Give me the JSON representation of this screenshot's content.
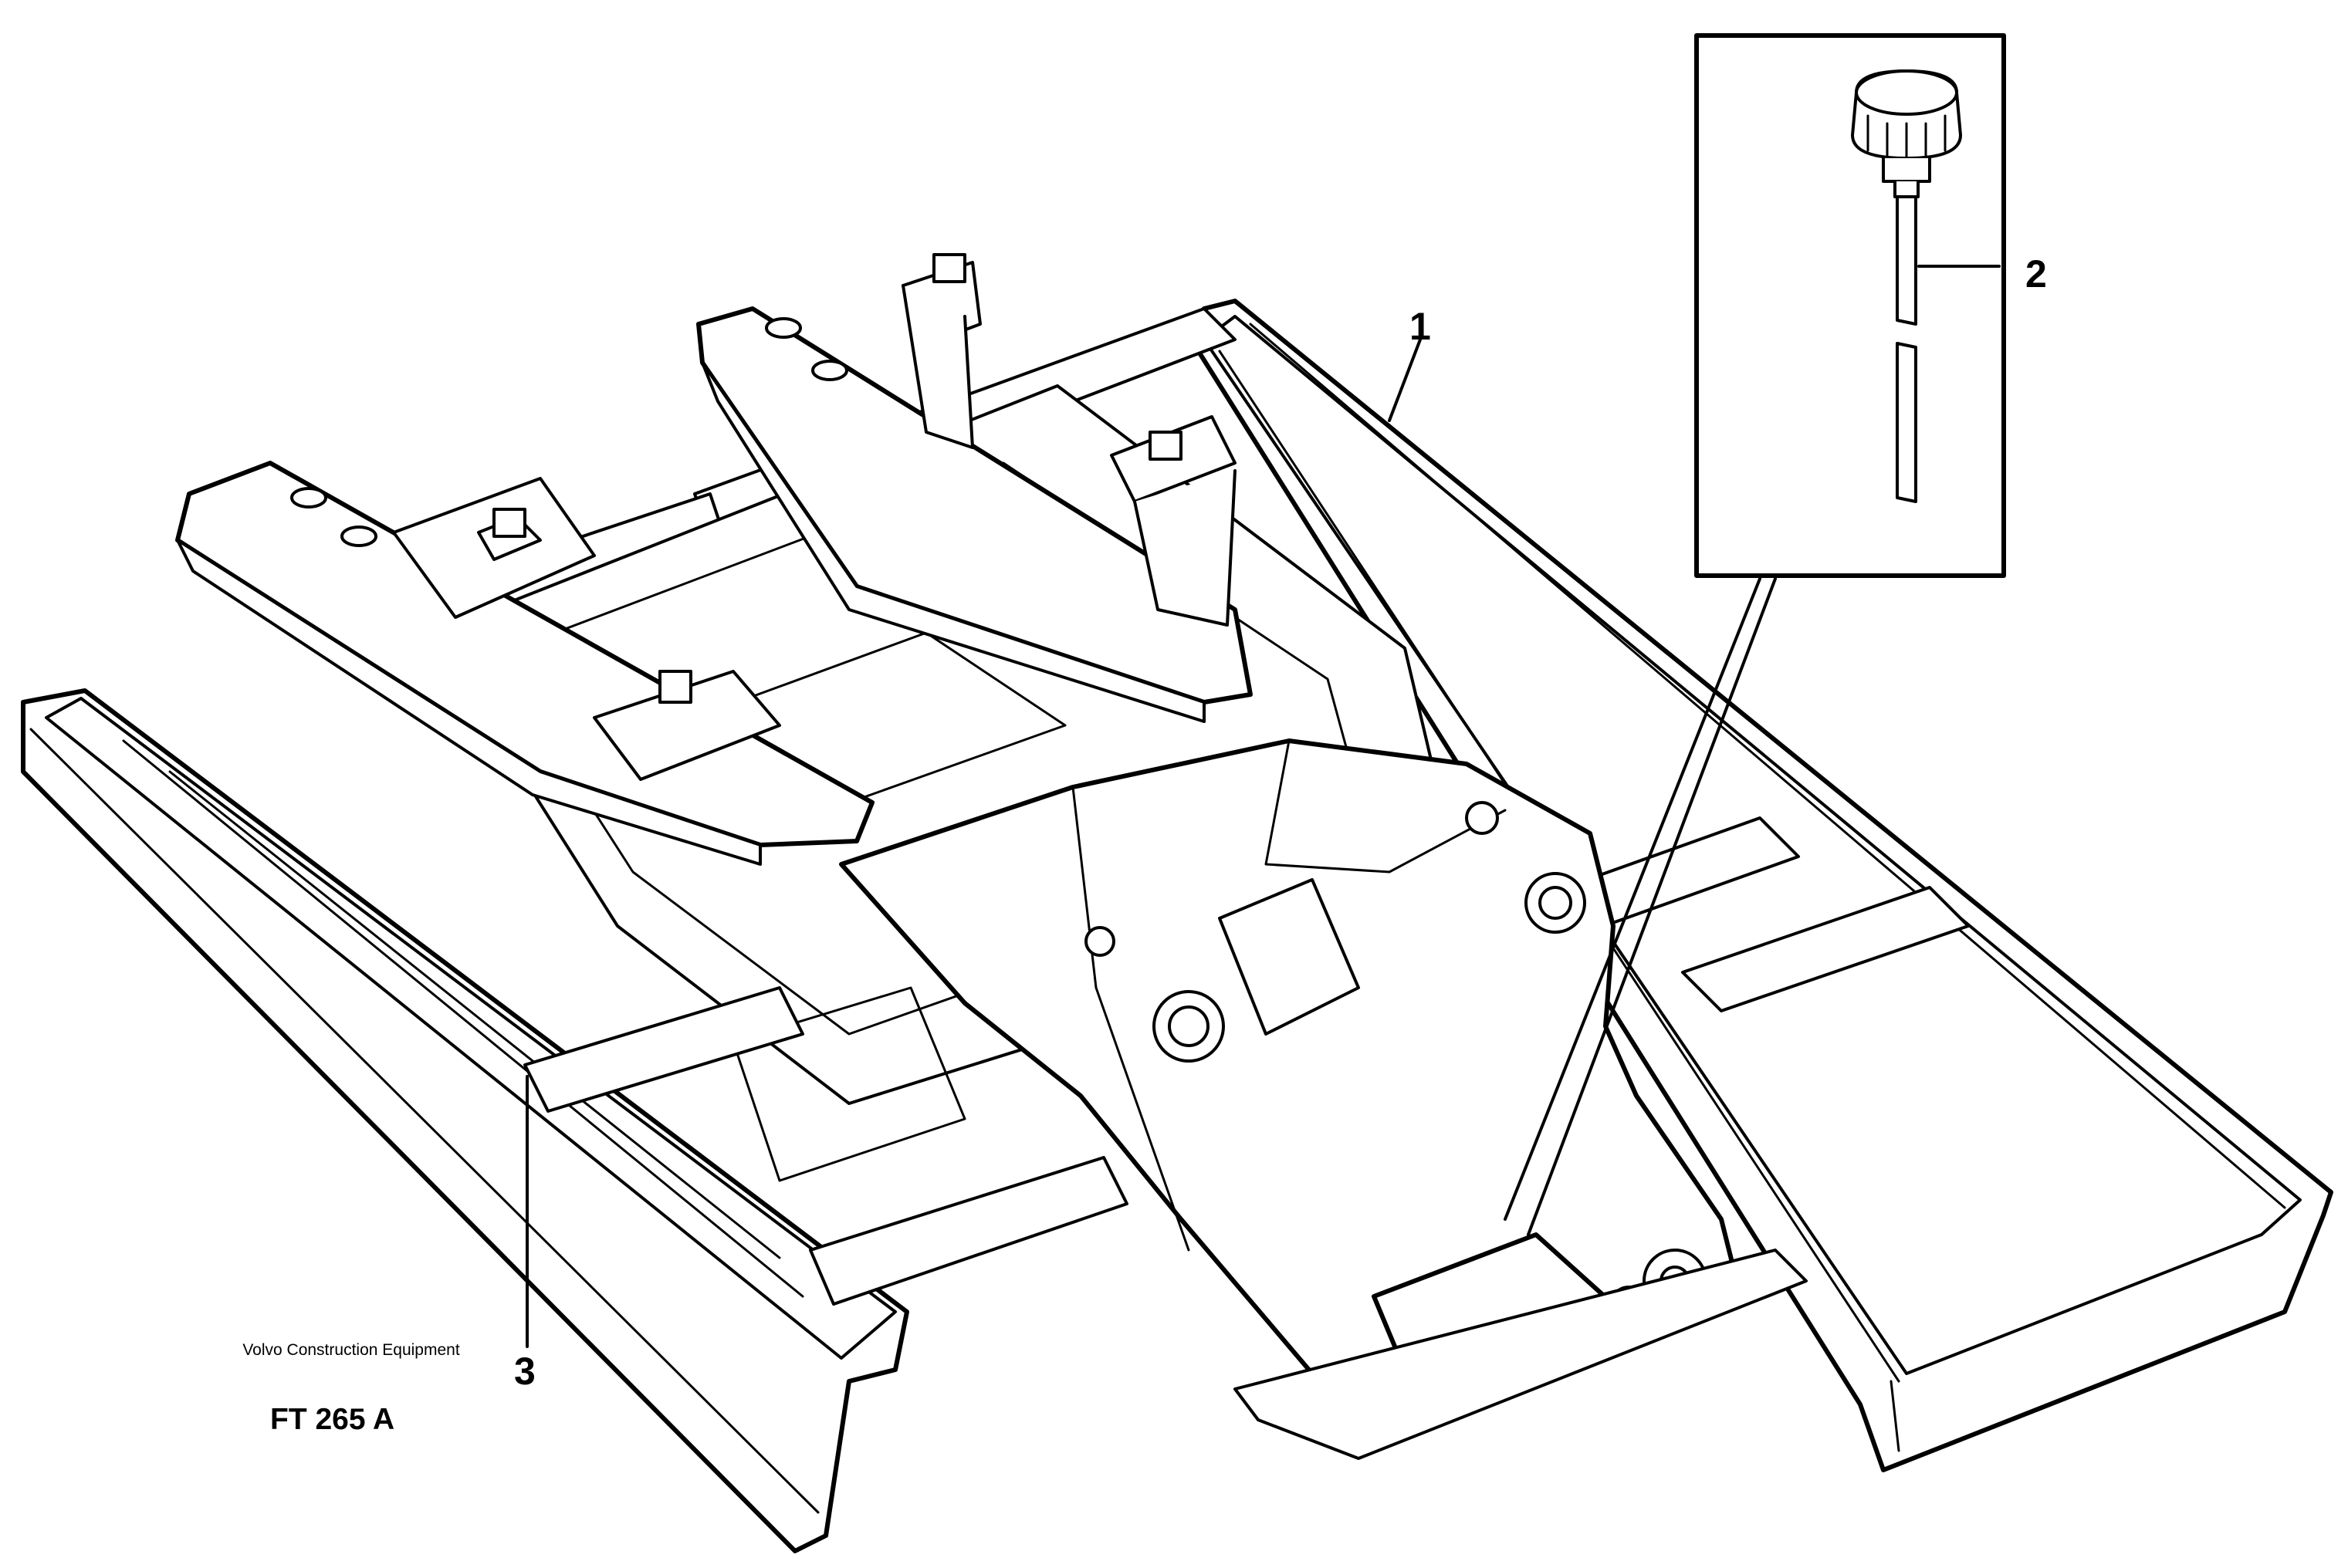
{
  "figure": {
    "callouts": [
      "1",
      "2",
      "3"
    ],
    "manufacturer": "Volvo Construction Equipment",
    "figure_code": "FT 265 A"
  }
}
